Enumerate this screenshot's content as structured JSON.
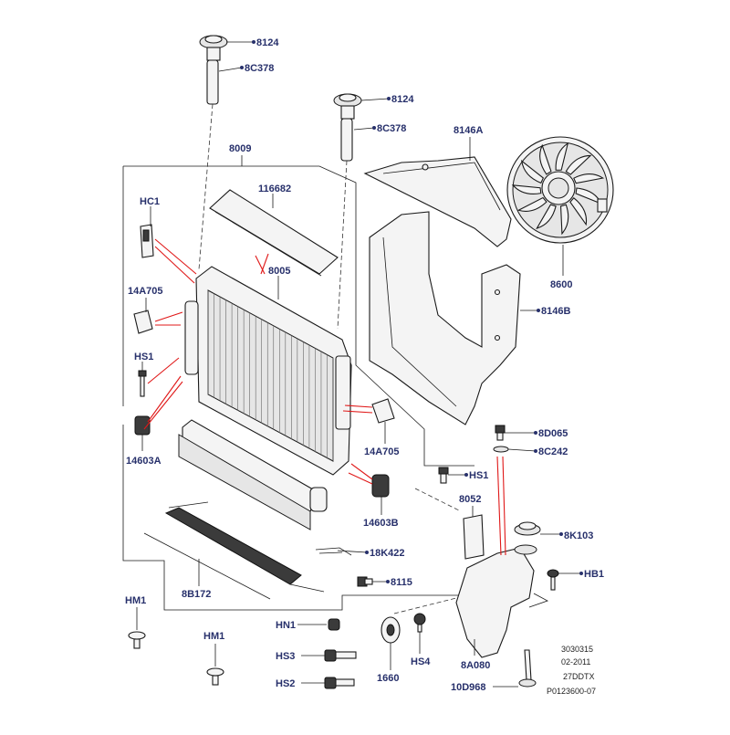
{
  "labels": {
    "cap_top": "8124",
    "hose_top": "8C378",
    "cap_mid": "8124",
    "hose_mid": "8C378",
    "radiator_frame": "8009",
    "shroud_upper": "8146A",
    "deflector": "116682",
    "clip": "HC1",
    "radiator": "8005",
    "bracket_left": "14A705",
    "fan": "8600",
    "shroud_lower": "8146B",
    "bolt_hs1_left": "HS1",
    "mount_left": "14603A",
    "bracket_right": "14A705",
    "nut_8d065": "8D065",
    "washer_8c242": "8C242",
    "bolt_hs1_right": "HS1",
    "mount_right": "14603B",
    "sensor_8052": "8052",
    "reservoir_cap": "8K103",
    "pipe_18k422": "18K422",
    "bolt_hb1": "HB1",
    "cooler": "8B172",
    "plug_8115": "8115",
    "nut_hm1_a": "HM1",
    "nut_hn1": "HN1",
    "bolt_hs3": "HS3",
    "nut_hm1_b": "HM1",
    "bolt_hs4": "HS4",
    "reservoir": "8A080",
    "grommet_1660": "1660",
    "bolt_hs2": "HS2",
    "clip_10d968": "10D968"
  },
  "meta": {
    "line1": "3030315",
    "line2": "02-2011",
    "line3": "27DDTX",
    "line4": "P0123600-07"
  },
  "colors": {
    "label": "#27306b",
    "leader": "#1a1a1a",
    "highlight": "#e01818"
  }
}
